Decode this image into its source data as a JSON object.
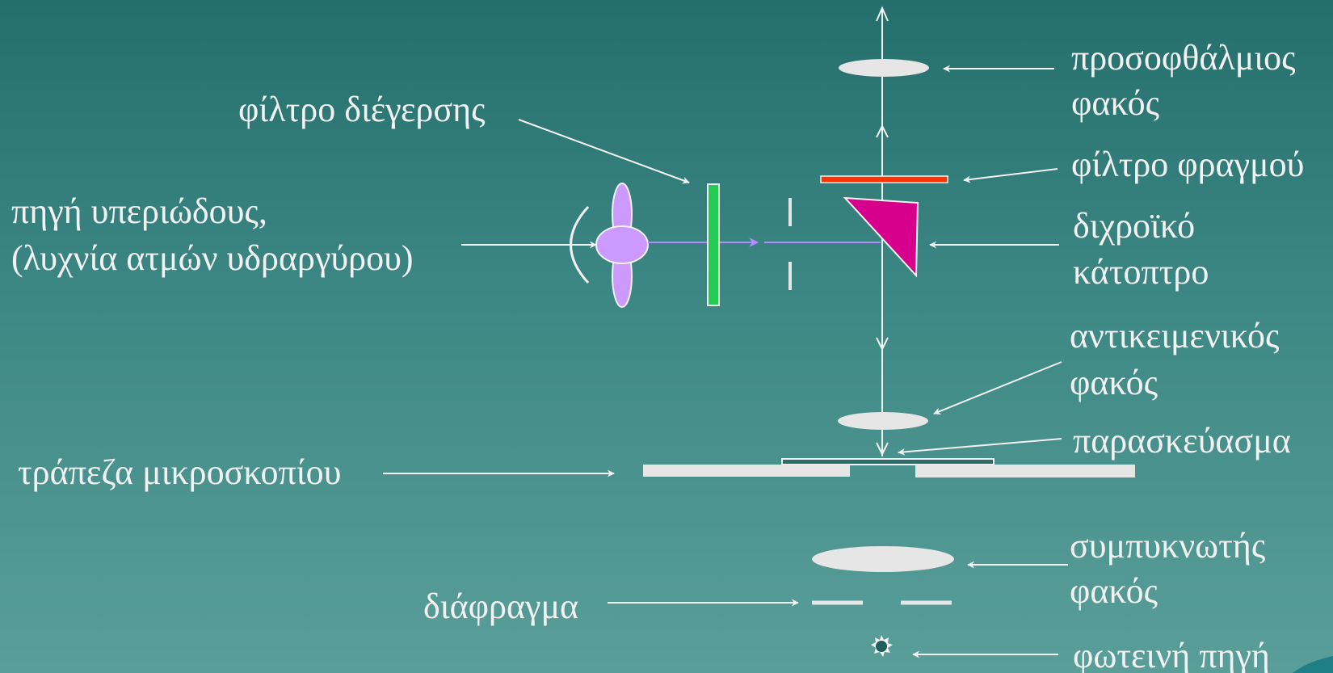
{
  "labels": {
    "eyepiece_line1": "προσοφθάλμιος",
    "eyepiece_line2": "φακός",
    "excitation_filter": "φίλτρο διέγερσης",
    "barrier_filter": "φίλτρο φραγμού",
    "uv_source_line1": "πηγή υπεριώδους,",
    "uv_source_line2": "(λυχνία ατμών υδραργύρου)",
    "dichroic_line1": "διχροϊκό",
    "dichroic_line2": "κάτοπτρο",
    "objective_line1": "αντικειμενικός",
    "objective_line2": "φακός",
    "specimen": "παρασκεύασμα",
    "stage": "τράπεζα μικροσκοπίου",
    "condenser_line1": "συμπυκνωτής",
    "condenser_line2": "φακός",
    "diaphragm": "διάφραγμα",
    "light_source": "φωτεινή πηγή"
  },
  "colors": {
    "background_top": "#246e6c",
    "background_bottom": "#5a9e99",
    "lens": "#e6e6e6",
    "line": "#f2f2f2",
    "barrier_filter": "#ff3300",
    "excitation_filter": "#22cc55",
    "dichroic_mirror": "#d6008c",
    "uv_lamp": "#cc99ff",
    "uv_beam": "#b38cff"
  },
  "icons": {
    "lamp": "uv-lamp-icon",
    "light_source": "starburst-icon",
    "corner": "corner-decoration-icon"
  }
}
